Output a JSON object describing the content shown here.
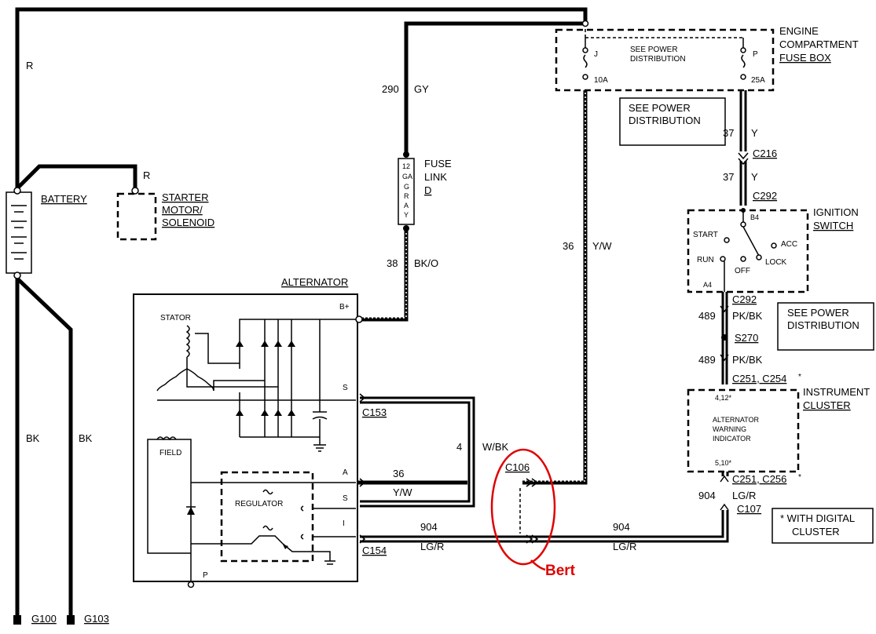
{
  "components": {
    "battery": "BATTERY",
    "starter": [
      "STARTER",
      "MOTOR/",
      "SOLENOID"
    ],
    "fuse_box": [
      "ENGINE",
      "COMPARTMENT",
      "FUSE BOX"
    ],
    "fuse_box_inner": [
      "SEE POWER",
      "DISTRIBUTION"
    ],
    "fuse_j": "J",
    "fuse_p": "P",
    "fuse_j_rating": "10A",
    "fuse_p_rating": "25A",
    "see_power_1": [
      "SEE POWER",
      "DISTRIBUTION"
    ],
    "see_power_2": [
      "SEE POWER",
      "DISTRIBUTION"
    ],
    "ignition_switch": [
      "IGNITION",
      "SWITCH"
    ],
    "ign_b4": "B4",
    "ign_a4": "A4",
    "ign_start": "START",
    "ign_acc": "ACC",
    "ign_run": "RUN",
    "ign_lock": "LOCK",
    "ign_off": "OFF",
    "fuse_link": [
      "FUSE",
      "LINK",
      "D"
    ],
    "fuse_link_body": [
      "12",
      "GA",
      "G",
      "R",
      "A",
      "Y"
    ],
    "alternator": "ALTERNATOR",
    "stator": "STATOR",
    "field": "FIELD",
    "regulator": "REGULATOR",
    "b_plus": "B+",
    "alt_s": "S",
    "alt_a": "A",
    "reg_s": "S",
    "reg_i": "I",
    "alt_p": "P",
    "instrument_cluster": [
      "INSTRUMENT",
      "CLUSTER"
    ],
    "cluster_inner": [
      "ALTERNATOR",
      "WARNING",
      "INDICATOR"
    ],
    "cluster_pin_top": "4,12*",
    "cluster_pin_bottom": "5,10*",
    "digital_note": [
      "* WITH DIGITAL",
      "CLUSTER"
    ]
  },
  "wires": {
    "battery_r_top": "R",
    "starter_r": "R",
    "bk_left": "BK",
    "bk_right": "BK",
    "w290": "290",
    "w290_color": "GY",
    "w38": "38",
    "w38_color": "BK/O",
    "w36": "36",
    "w36_color": "Y/W",
    "w37a": "37",
    "w37a_color": "Y",
    "w37b": "37",
    "w37b_color": "Y",
    "w489a": "489",
    "w489a_color": "PK/BK",
    "w489b": "489",
    "w489b_color": "PK/BK",
    "w4": "4",
    "w4_color": "W/BK",
    "w36_bottom": "36",
    "w36_bottom_color": "Y/W",
    "w904_left": "904",
    "w904_left_color": "LG/R",
    "w904_right": "904",
    "w904_right_color": "LG/R",
    "w904_vert": "904",
    "w904_vert_color": "LG/R"
  },
  "connectors": {
    "c216": "C216",
    "c292_top": "C292",
    "c292_bottom": "C292",
    "s270": "S270",
    "c251_c254": "C251, C254",
    "c254_star": "*",
    "c251_c256": "C251, C256",
    "c256_star": "*",
    "c107": "C107",
    "c106": "C106",
    "c153": "C153",
    "c154": "C154",
    "g100": "G100",
    "g103": "G103"
  },
  "annotation": {
    "text": "Bert",
    "color": "#e00000"
  }
}
